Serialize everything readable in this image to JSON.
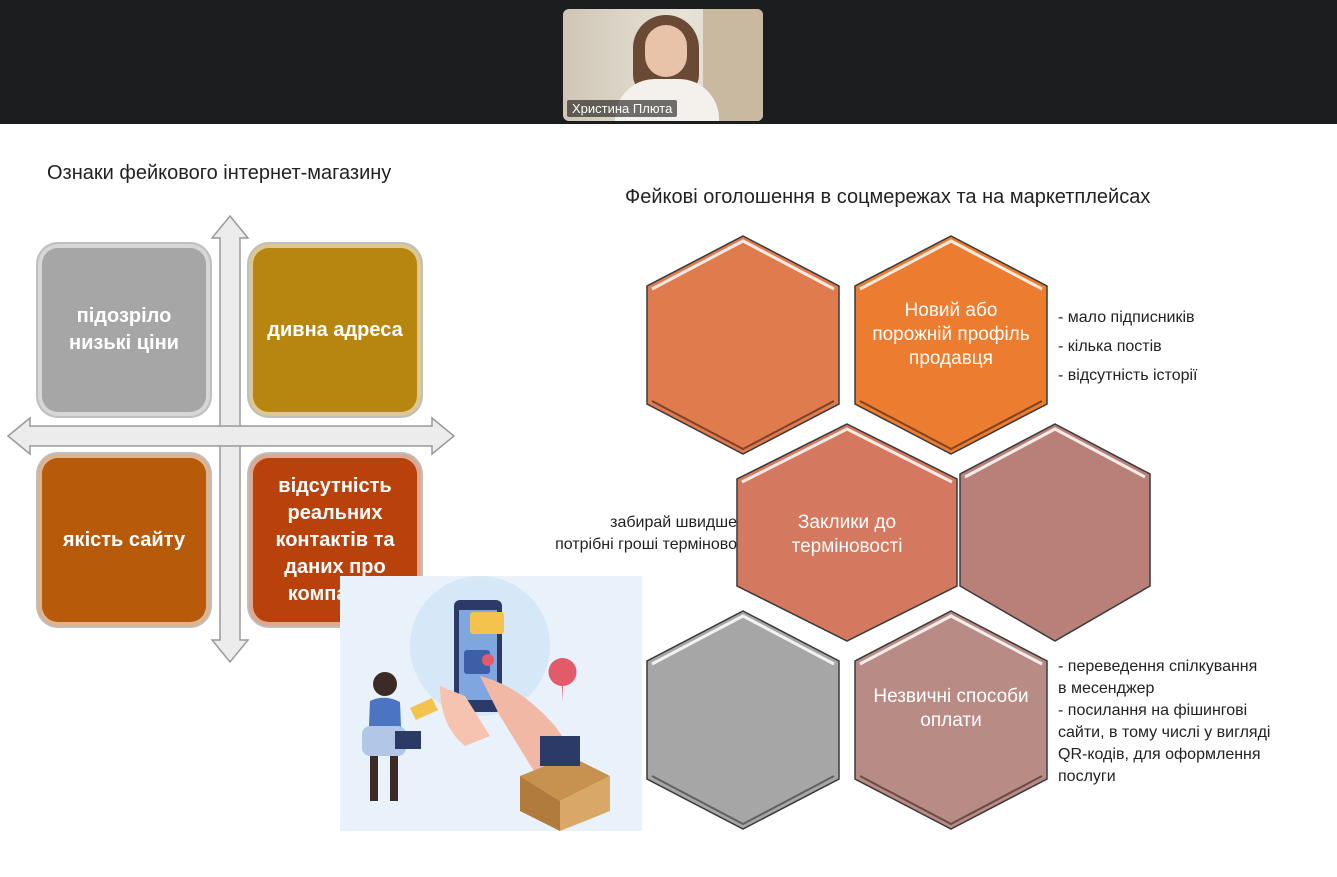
{
  "participant": {
    "name": "Христина Плюта"
  },
  "slide": {
    "title_left": "Ознаки фейкового інтернет-магазину",
    "title_right": "Фейкові оголошення в соцмережах та на маркетплейсах",
    "matrix": {
      "top_left": "підозріло низькі ціни",
      "top_right": "дивна адреса",
      "bottom_left": "якість сайту",
      "bottom_right": "відсутність реальних контактів та даних про компанію"
    },
    "hexagons": {
      "new_profile": "Новий або порожній профіль продавця",
      "urgency": "Заклики до терміновості",
      "payment": "Незвичні способи оплати"
    },
    "notes": {
      "profile": [
        "- мало підписників",
        "- кілька постів",
        "- відсутність історії"
      ],
      "urgency": [
        "забирай швидше",
        "потрібні гроші терміново"
      ],
      "payment": [
        "- переведення спілкування",
        "в месенджер",
        "- посилання на фішингові",
        "сайти, в тому числі у вигляді",
        "QR-кодів, для оформлення",
        "послуги"
      ]
    }
  },
  "colors": {
    "hex_orange_light": "#e07b4e",
    "hex_orange": "#ec7c2f",
    "hex_salmon": "#d4785f",
    "hex_mauve": "#b98077",
    "hex_gray": "#a7a6a6",
    "hex_rose": "#b88b85"
  }
}
